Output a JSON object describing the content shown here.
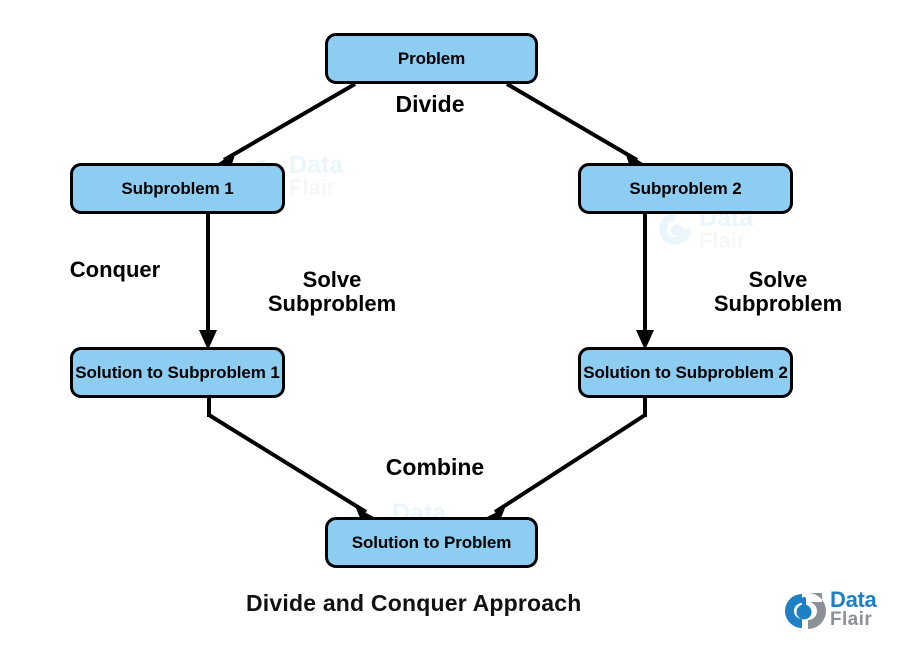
{
  "diagram": {
    "title": "Divide and Conquer Approach",
    "colors": {
      "node_fill": "#8ecdf2",
      "node_border": "#000000",
      "arrow": "#000000",
      "text": "#000000",
      "logo_blue": "#1f7fc4",
      "logo_gray": "#8b9199",
      "background": "#ffffff"
    },
    "nodes": [
      {
        "id": "problem",
        "label": "Problem"
      },
      {
        "id": "subproblem1",
        "label": "Subproblem 1"
      },
      {
        "id": "subproblem2",
        "label": "Subproblem 2"
      },
      {
        "id": "solution1",
        "label": "Solution to\nSubproblem 1"
      },
      {
        "id": "solution2",
        "label": "Solution to\nSubproblem 2"
      },
      {
        "id": "solution",
        "label": "Solution to\nProblem"
      }
    ],
    "edge_labels": [
      {
        "id": "divide",
        "text": "Divide"
      },
      {
        "id": "conquer",
        "text": "Conquer"
      },
      {
        "id": "solve-left",
        "text": "Solve\nSubproblem"
      },
      {
        "id": "solve-right",
        "text": "Solve\nSubproblem"
      },
      {
        "id": "combine",
        "text": "Combine"
      }
    ]
  },
  "watermark": {
    "data": "Data",
    "flair": "Flair"
  },
  "logo": {
    "data": "Data",
    "flair": "Flair"
  }
}
